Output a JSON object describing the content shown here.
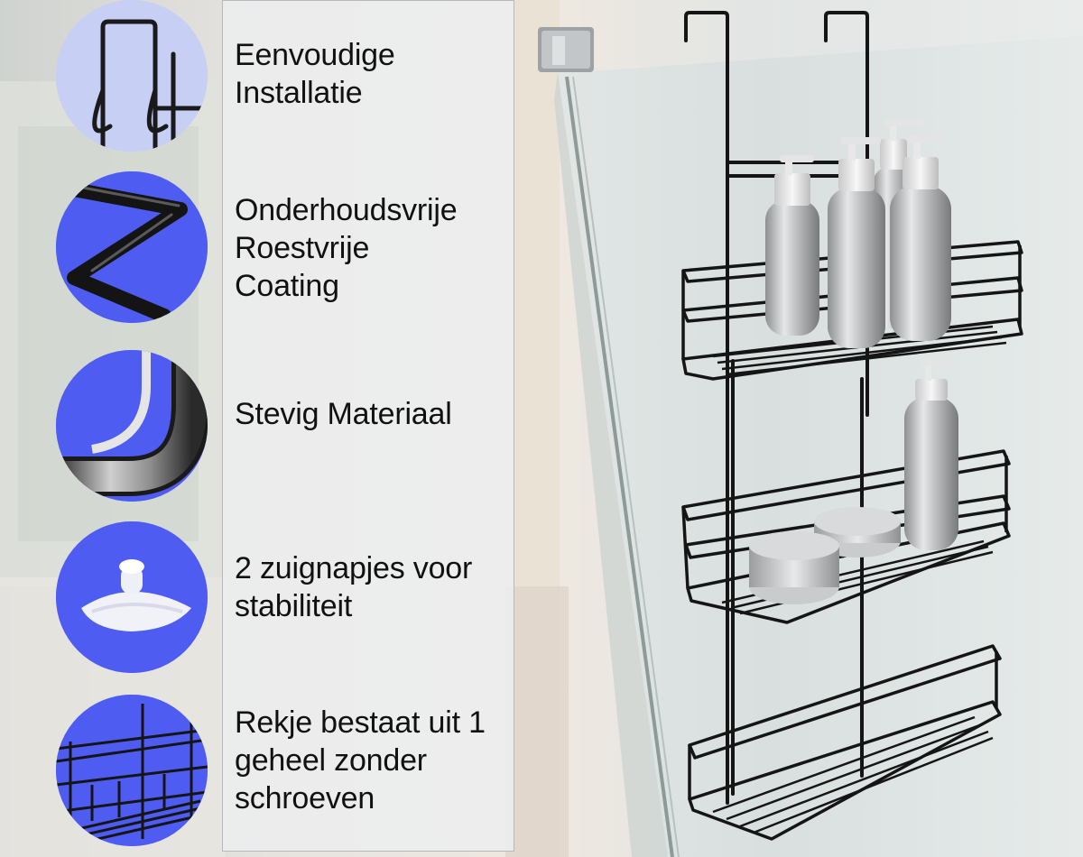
{
  "features": [
    {
      "icon": "hook-icon",
      "lines": [
        "Eenvoudige",
        "Installatie"
      ]
    },
    {
      "icon": "coated-wire-icon",
      "lines": [
        "Onderhoudsvrije",
        "Roestvrije",
        "Coating"
      ]
    },
    {
      "icon": "steel-bend-icon",
      "lines": [
        "Stevig Materiaal"
      ]
    },
    {
      "icon": "suction-cup-icon",
      "lines": [
        "2 zuignapjes voor",
        "stabiliteit"
      ]
    },
    {
      "icon": "wire-rack-icon",
      "lines": [
        "Rekje bestaat uit 1",
        "geheel zonder",
        "schroeven"
      ]
    }
  ],
  "colors": {
    "circle_blue": "#4e5cf2",
    "rack_black": "#151515",
    "panel_bg": "#eceeef"
  }
}
